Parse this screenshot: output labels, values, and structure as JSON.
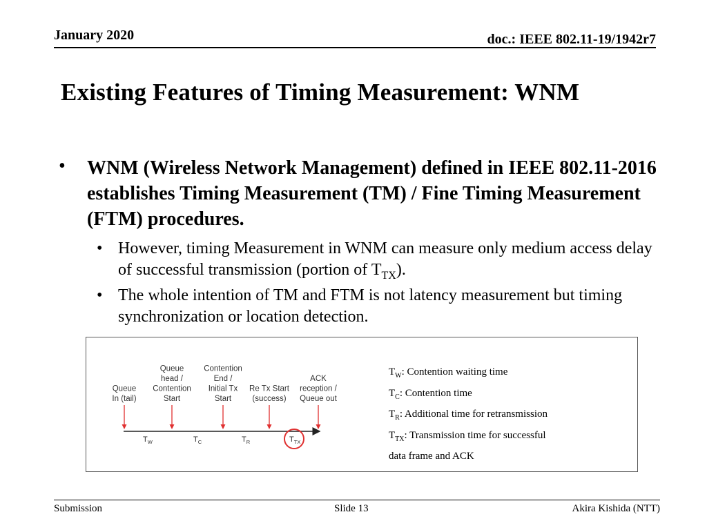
{
  "header": {
    "date": "January 2020",
    "doc": "doc.: IEEE 802.11-19/1942r7"
  },
  "title": "Existing Features of Timing Measurement: WNM",
  "bullet_main": "WNM (Wireless Network Management) defined in IEEE 802.11-2016 establishes Timing Measurement (TM) / Fine Timing Measurement (FTM) procedures.",
  "sub_bullet_1": {
    "prefix": "However, timing Measurement in WNM can measure only medium access delay of successful transmission (portion of T",
    "sub": "TX",
    "suffix": ")."
  },
  "sub_bullet_2": "The whole intention of TM and FTM is not latency measurement but timing synchronization or location detection.",
  "diagram": {
    "events": [
      {
        "lines": [
          "Queue",
          "In (tail)"
        ]
      },
      {
        "lines": [
          "Queue",
          "head /",
          "Contention",
          "Start"
        ]
      },
      {
        "lines": [
          "Contention",
          "End /",
          "Initial Tx",
          "Start"
        ]
      },
      {
        "lines": [
          "Re Tx Start",
          "(success)"
        ]
      },
      {
        "lines": [
          "ACK",
          "reception /",
          "Queue out"
        ]
      }
    ],
    "intervals": [
      {
        "base": "T",
        "sub": "W"
      },
      {
        "base": "T",
        "sub": "C"
      },
      {
        "base": "T",
        "sub": "R"
      },
      {
        "base": "T",
        "sub": "TX"
      }
    ],
    "arrow_color": "#e03030",
    "highlight_color": "#e03030"
  },
  "legend": [
    {
      "base": "T",
      "sub": "W",
      "text": ": Contention waiting time"
    },
    {
      "base": "T",
      "sub": "C",
      "text": ": Contention time"
    },
    {
      "base": "T",
      "sub": "R",
      "text": ": Additional time for retransmission"
    },
    {
      "base": "T",
      "sub": "TX",
      "text": ": Transmission time for successful"
    },
    {
      "base": "",
      "sub": "",
      "text": " data frame and ACK"
    }
  ],
  "footer": {
    "left": "Submission",
    "center": "Slide 13",
    "right": "Akira Kishida (NTT)"
  }
}
